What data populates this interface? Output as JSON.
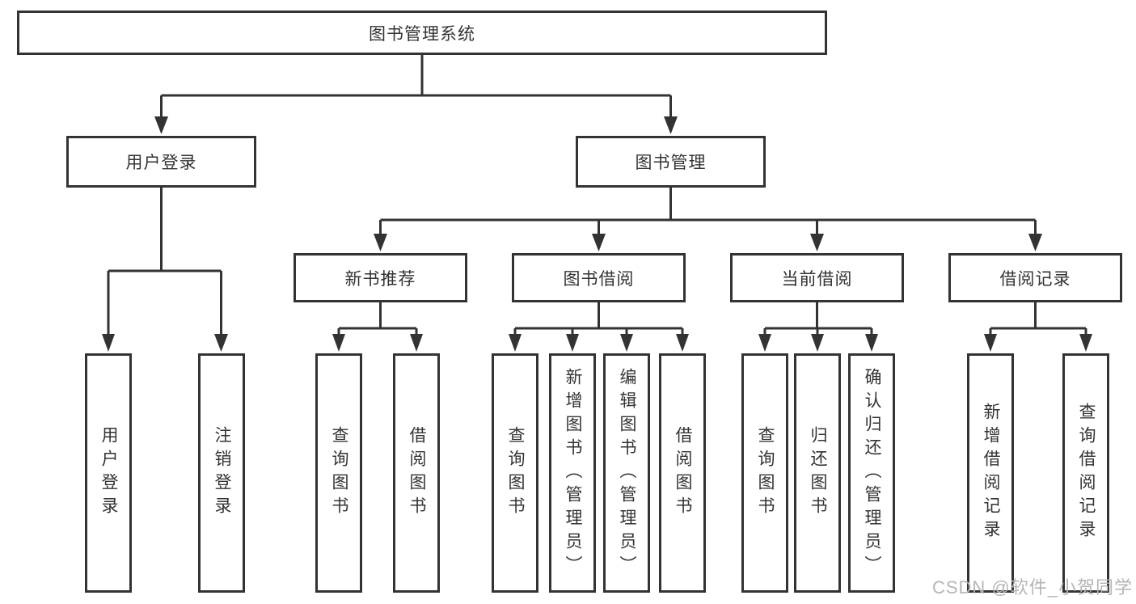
{
  "diagram_type": "hierarchy-tree",
  "nodes": {
    "root": {
      "label": "图书管理系统"
    },
    "user_login": {
      "label": "用户登录"
    },
    "book_mgmt": {
      "label": "图书管理"
    },
    "new_book_rec": {
      "label": "新书推荐"
    },
    "book_borrow": {
      "label": "图书借阅"
    },
    "current_borrow": {
      "label": "当前借阅"
    },
    "borrow_records": {
      "label": "借阅记录"
    },
    "ul_login": {
      "label": "用户登录"
    },
    "ul_logout": {
      "label": "注销登录"
    },
    "nb_query": {
      "label": "查询图书"
    },
    "nb_borrow": {
      "label": "借阅图书"
    },
    "bb_query": {
      "label": "查询图书"
    },
    "bb_add": {
      "label": "新增图书（管理员）"
    },
    "bb_edit": {
      "label": "编辑图书（管理员）"
    },
    "bb_borrow": {
      "label": "借阅图书"
    },
    "cb_query": {
      "label": "查询图书"
    },
    "cb_return": {
      "label": "归还图书"
    },
    "cb_confirm": {
      "label": "确认归还（管理员）"
    },
    "br_add": {
      "label": "新增借阅记录"
    },
    "br_query": {
      "label": "查询借阅记录"
    }
  },
  "hierarchy": [
    {
      "parent": "图书管理系统",
      "children": [
        "用户登录",
        "图书管理"
      ]
    },
    {
      "parent": "用户登录",
      "children": [
        "用户登录",
        "注销登录"
      ]
    },
    {
      "parent": "图书管理",
      "children": [
        "新书推荐",
        "图书借阅",
        "当前借阅",
        "借阅记录"
      ]
    },
    {
      "parent": "新书推荐",
      "children": [
        "查询图书",
        "借阅图书"
      ]
    },
    {
      "parent": "图书借阅",
      "children": [
        "查询图书",
        "新增图书（管理员）",
        "编辑图书（管理员）",
        "借阅图书"
      ]
    },
    {
      "parent": "当前借阅",
      "children": [
        "查询图书",
        "归还图书",
        "确认归还（管理员）"
      ]
    },
    {
      "parent": "借阅记录",
      "children": [
        "新增借阅记录",
        "查询借阅记录"
      ]
    }
  ],
  "watermark": "CSDN @软件_小贺同学",
  "colors": {
    "line": "#333333",
    "text": "#333333",
    "box_background": "#ffffff",
    "watermark": "#b5b5b5"
  }
}
